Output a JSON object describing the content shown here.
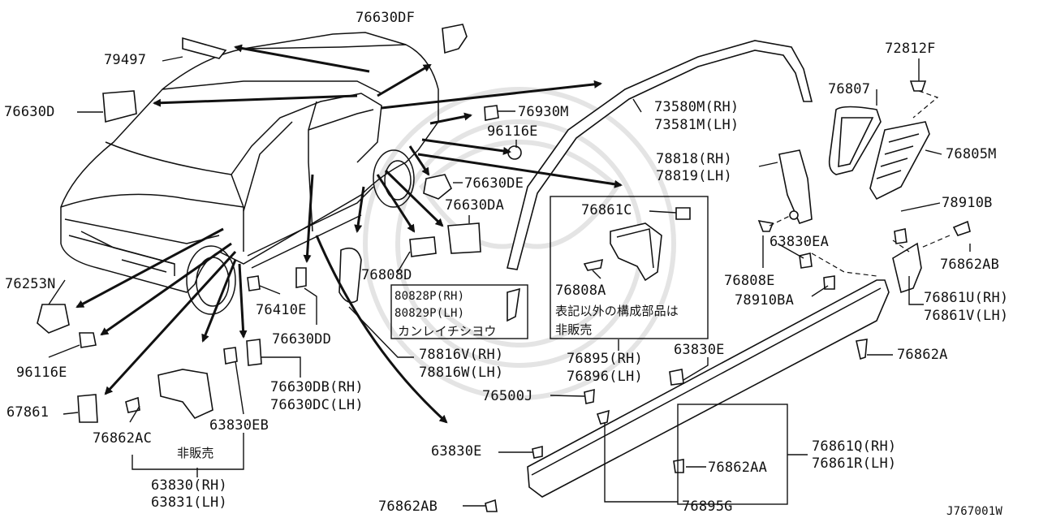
{
  "diagram": {
    "labels": {
      "p79497": "79497",
      "p76630DF": "76630DF",
      "p76630D": "76630D",
      "p76930M": "76930M",
      "p96116E_top": "96116E",
      "p73580M": "73580M(RH)",
      "p73581M": "73581M(LH)",
      "p76807": "76807",
      "p72812F": "72812F",
      "p76805M": "76805M",
      "p78818": "78818(RH)",
      "p78819": "78819(LH)",
      "p76630DE": "76630DE",
      "p76630DA": "76630DA",
      "p76861C": "76861C",
      "p78910B": "78910B",
      "p63830EA": "63830EA",
      "p76862AB_right": "76862AB",
      "p76808D": "76808D",
      "p76808A": "76808A",
      "p76808E": "76808E",
      "p78910BA": "78910BA",
      "p76861U": "76861U(RH)",
      "p76861V": "76861V(LH)",
      "p76253N": "76253N",
      "p80828P": "80828P(RH)",
      "p80829P": "80829P(LH)",
      "kanreichi": "カンレイチシヨウ",
      "note_line1": "表記以外の構成部品は",
      "note_line2": "非販売",
      "p76410E": "76410E",
      "p76630DD": "76630DD",
      "p96116E_left": "96116E",
      "p78816V": "78816V(RH)",
      "p78816W": "78816W(LH)",
      "p76895": "76895(RH)",
      "p76896": "76896(LH)",
      "p63830E_top": "63830E",
      "p76862A": "76862A",
      "p76630DB": "76630DB(RH)",
      "p76630DC": "76630DC(LH)",
      "p67861": "67861",
      "p76500J": "76500J",
      "p76862AC": "76862AC",
      "p63830EB": "63830EB",
      "hihanbai": "非販売",
      "p63830E_bottom": "63830E",
      "p76861Q": "76861Q(RH)",
      "p76861R": "76861R(LH)",
      "p76862AA": "76862AA",
      "p63830": "63830(RH)",
      "p63831": "63831(LH)",
      "p76862AB_bottom": "76862AB",
      "p76895G": "76895G",
      "ref": "J767001W"
    }
  }
}
